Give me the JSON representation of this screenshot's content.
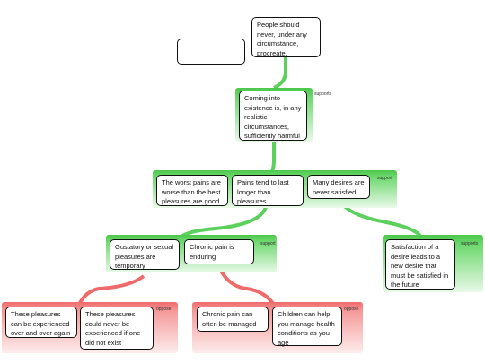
{
  "blank_box": "",
  "root": {
    "text": "People should never, under any circumstance, procreate."
  },
  "level1": {
    "tag": "supports",
    "claim": "Coming into existence is, in any realistic circumstances, sufficiently harmful"
  },
  "level2": {
    "tag": "support",
    "premises": [
      "The worst pains are worse than the best pleasures are good",
      "Pains tend to last longer than pleasures",
      "Many desires are never satisfied"
    ]
  },
  "level3_left": {
    "tag": "support",
    "premises": [
      "Gustatory or sexual pleasures are temporary",
      "Chronic pain is enduring"
    ]
  },
  "level3_right": {
    "tag": "supports",
    "text": "Satisfaction of a desire leads to a new desire that must be satisfied in the future"
  },
  "objection_left": {
    "tag": "oppose",
    "premises": [
      "These pleasures can be experienced over and over again",
      "These pleasures could never be experienced if one did not exist"
    ]
  },
  "objection_right": {
    "tag": "oppose",
    "premises": [
      "Chronic pain can often be managed",
      "Children can help you manage health conditions as you age"
    ]
  },
  "colors": {
    "support": "#4cc84c",
    "oppose": "#f06b6b",
    "support_line": "#5cd05c",
    "oppose_line": "#ef6a6a"
  }
}
